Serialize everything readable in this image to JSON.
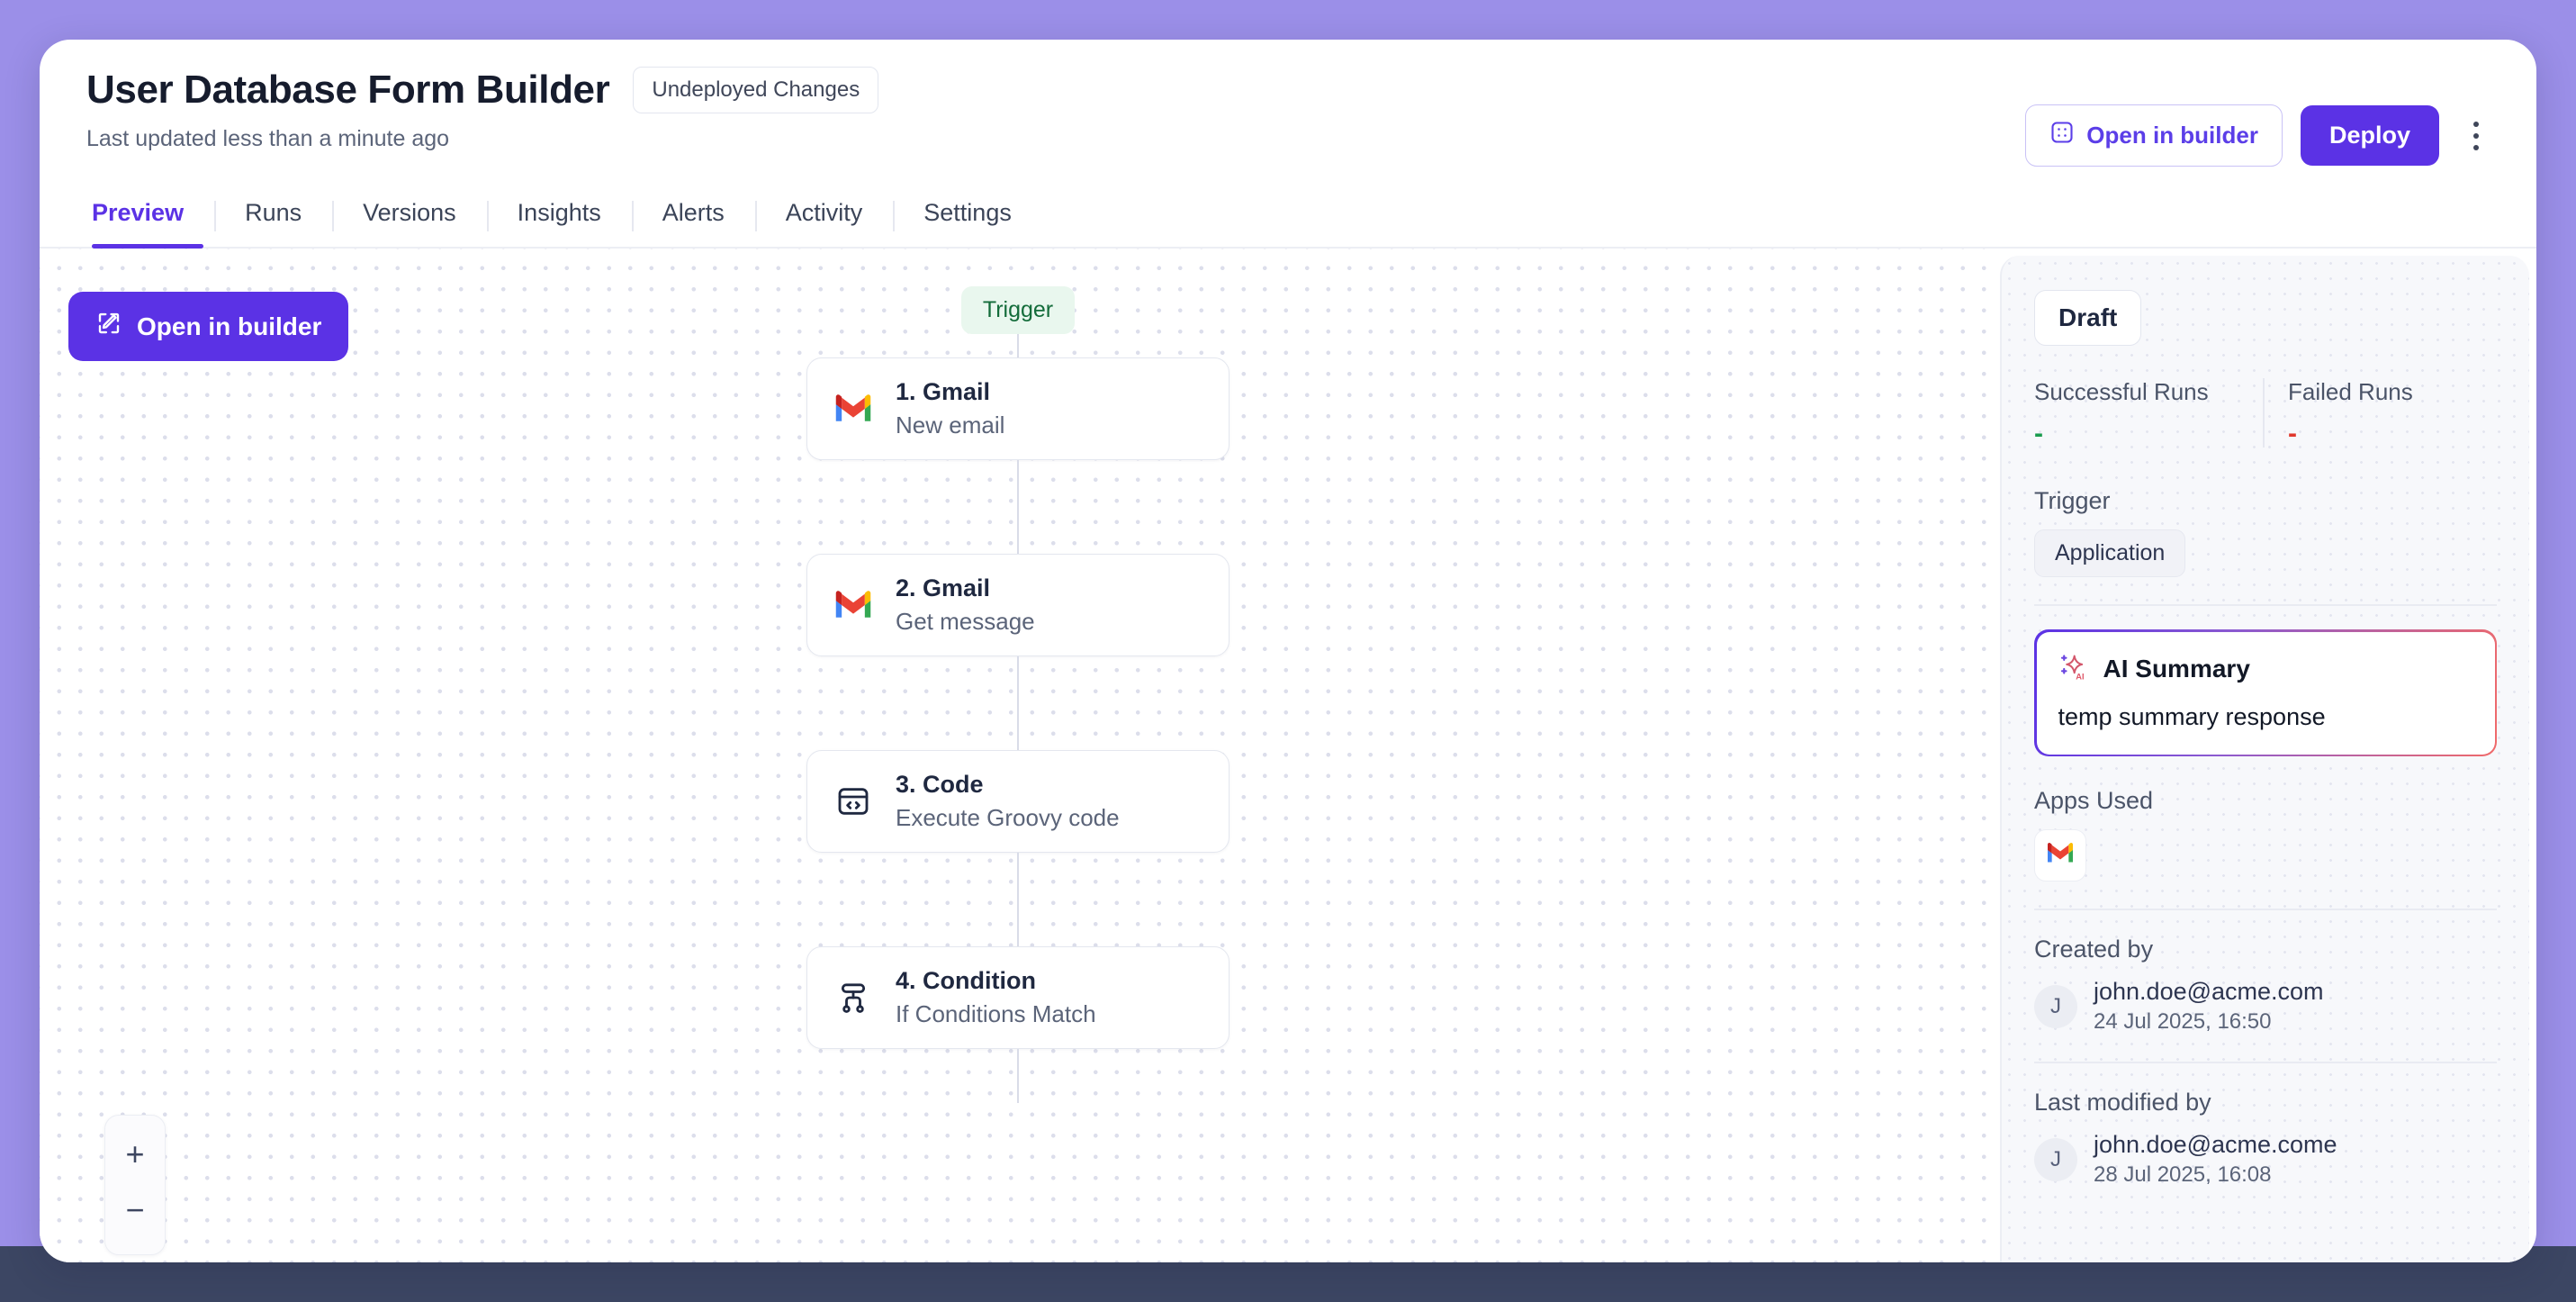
{
  "header": {
    "title": "User Database Form Builder",
    "badge": "Undeployed Changes",
    "subtitle": "Last updated less than a minute ago",
    "open_in_builder_label": "Open in builder",
    "deploy_label": "Deploy",
    "more_icon": "kebab-menu-icon",
    "builder_icon": "grid-app-icon"
  },
  "tabs": [
    {
      "label": "Preview",
      "active": true
    },
    {
      "label": "Runs",
      "active": false
    },
    {
      "label": "Versions",
      "active": false
    },
    {
      "label": "Insights",
      "active": false
    },
    {
      "label": "Alerts",
      "active": false
    },
    {
      "label": "Activity",
      "active": false
    },
    {
      "label": "Settings",
      "active": false
    }
  ],
  "canvas": {
    "open_in_builder_label": "Open in builder",
    "open_in_builder_icon": "edit-square-icon",
    "trigger_chip": "Trigger",
    "zoom_in_label": "+",
    "zoom_out_label": "−",
    "nodes": [
      {
        "title": "1. Gmail",
        "subtitle": "New email",
        "icon": "gmail-icon"
      },
      {
        "title": "2. Gmail",
        "subtitle": "Get message",
        "icon": "gmail-icon"
      },
      {
        "title": "3. Code",
        "subtitle": "Execute Groovy code",
        "icon": "code-icon"
      },
      {
        "title": "4. Condition",
        "subtitle": "If Conditions Match",
        "icon": "branch-condition-icon"
      }
    ]
  },
  "sidebar": {
    "status": "Draft",
    "runs": [
      {
        "label": "Successful Runs",
        "value": "-",
        "tone": "success"
      },
      {
        "label": "Failed Runs",
        "value": "-",
        "tone": "failed"
      }
    ],
    "trigger_label": "Trigger",
    "trigger_value": "Application",
    "ai_summary": {
      "title": "AI Summary",
      "icon": "ai-sparkle-icon",
      "body": "temp summary response"
    },
    "apps_used_label": "Apps Used",
    "apps": [
      {
        "name": "gmail-icon"
      }
    ],
    "created": {
      "label": "Created by",
      "initial": "J",
      "email": "john.doe@acme.com",
      "date": "24 Jul 2025, 16:50"
    },
    "modified": {
      "label": "Last modified by",
      "initial": "J",
      "email": "john.doe@acme.come",
      "date": "28 Jul 2025, 16:08"
    }
  },
  "colors": {
    "accent": "#5b32e5",
    "page_bg": "#9b8fe8",
    "bottom_bar": "#3c4663",
    "success": "#1a9c4e",
    "failed": "#e0372c",
    "trigger_green_bg": "#e9f7ee",
    "trigger_green_text": "#136c3a"
  }
}
